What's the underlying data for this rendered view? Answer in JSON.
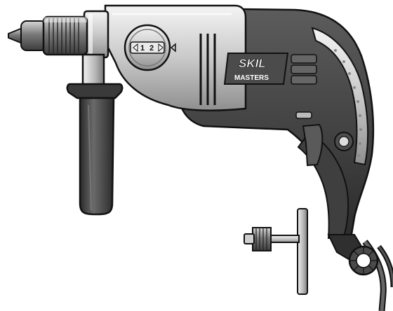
{
  "brand": {
    "logo_text": "SKIL",
    "model_text": "MASTERS"
  },
  "gear_selector": {
    "left_mark": "1",
    "right_mark": "2"
  },
  "colors": {
    "body_dark": "#3a3a3a",
    "body_mid": "#5a5a5a",
    "silver": "#bdbdbd",
    "silver_light": "#e2e2e2",
    "outline": "#111111",
    "background": "#ffffff"
  },
  "icons": {
    "chuck": "keyed-chuck",
    "chuck_key": "chuck-key",
    "handle": "auxiliary-side-handle",
    "switch": "trigger-switch",
    "lock": "lock-button",
    "cord": "power-cord-strain-relief"
  }
}
